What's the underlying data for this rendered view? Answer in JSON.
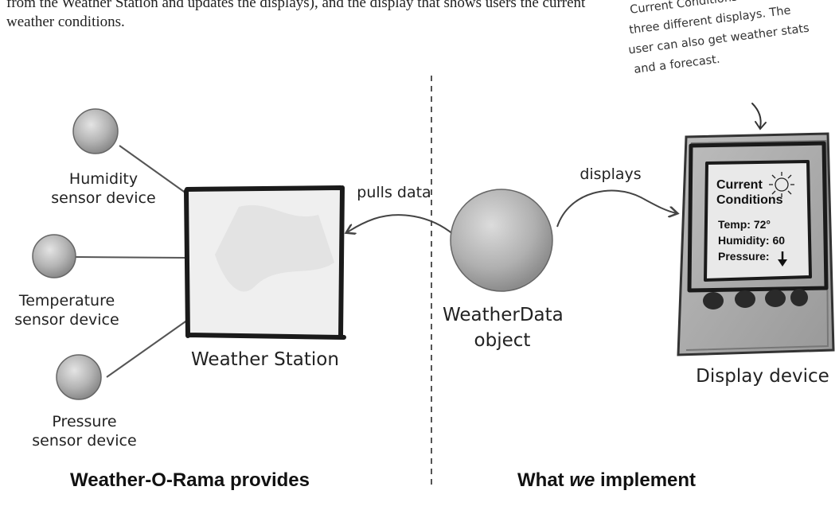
{
  "intro_text": "from the Weather Station and updates the displays), and the display that shows users the current weather conditions.",
  "sensors": {
    "humidity": [
      "Humidity",
      "sensor device"
    ],
    "temperature": [
      "Temperature",
      "sensor device"
    ],
    "pressure": [
      "Pressure",
      "sensor device"
    ]
  },
  "weather_station": "Weather Station",
  "pulls_data": "pulls data",
  "weatherdata": [
    "WeatherData",
    "object"
  ],
  "displays": "displays",
  "display_device": "Display device",
  "annotation": [
    "Current Conditions is one of",
    "three different displays. The",
    "user can also get weather stats",
    "and a forecast."
  ],
  "screen": {
    "title": [
      "Current",
      "Conditions"
    ],
    "temp": "Temp: 72°",
    "humidity": "Humidity: 60",
    "pressure": "Pressure:"
  },
  "footer": {
    "left": "Weather-O-Rama provides",
    "right_pre": "What ",
    "right_em": "we",
    "right_post": " implement"
  },
  "icons": [
    "sun-icon",
    "down-arrow-icon"
  ]
}
